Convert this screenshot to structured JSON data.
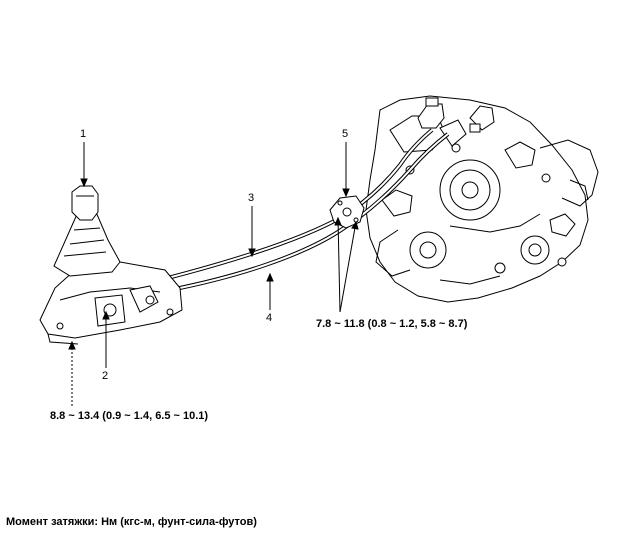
{
  "callouts": {
    "c1": "1",
    "c2": "2",
    "c3": "3",
    "c4": "4",
    "c5": "5"
  },
  "torque": {
    "shifter_mount": "8.8 ~ 13.4 (0.9 ~ 1.4, 6.5 ~ 10.1)",
    "bracket_mount": "7.8 ~ 11.8 (0.8 ~ 1.2, 5.8 ~ 8.7)"
  },
  "footer": "Момент затяжки: Нм (кгс-м, фунт-сила-футов)",
  "colors": {
    "line": "#000000",
    "background": "#ffffff"
  }
}
